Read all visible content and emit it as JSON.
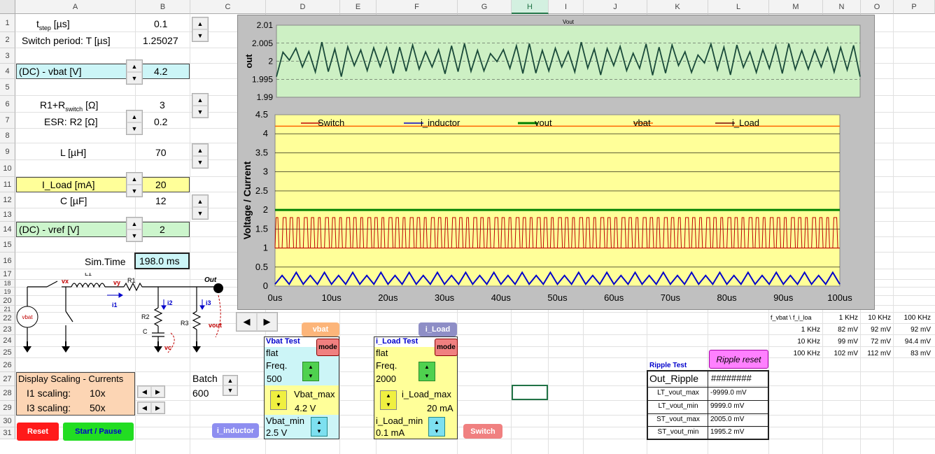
{
  "columns": [
    "A",
    "B",
    "C",
    "D",
    "E",
    "F",
    "G",
    "H",
    "I",
    "J",
    "K",
    "L",
    "M",
    "N",
    "O",
    "P"
  ],
  "rows": [
    "1",
    "2",
    "3",
    "4",
    "5",
    "6",
    "7",
    "8",
    "9",
    "10",
    "11",
    "12",
    "13",
    "14",
    "15",
    "16",
    "17",
    "18",
    "19",
    "20",
    "21",
    "22",
    "23",
    "24",
    "25",
    "26",
    "27",
    "28",
    "29",
    "30",
    "31"
  ],
  "params": {
    "tstep_label": "t",
    "tstep_sub": "step",
    "tstep_unit": "[µs]",
    "tstep_value": "0.1",
    "period_label": "Switch period:  T [µs]",
    "period_value": "1.25027",
    "vbat_label": "(DC)  -  vbat [V]",
    "vbat_value": "4.2",
    "r1_label": "R1+R",
    "r1_sub": "switch",
    "r1_unit": "[Ω]",
    "r1_value": "3",
    "esr_label": "ESR:  R2  [Ω]",
    "esr_value": "0.2",
    "l_label": "L [µH]",
    "l_value": "70",
    "iload_label": "I_Load  [mA]",
    "iload_value": "20",
    "c_label": "C [µF]",
    "c_value": "12",
    "vref_label": "(DC)  -  vref [V]",
    "vref_value": "2",
    "simtime_label": "Sim.Time",
    "simtime_value": "198.0 ms"
  },
  "schematic": {
    "vx": "vx",
    "vy": "vy",
    "l1": "L1",
    "r1": "R1",
    "r2": "R2",
    "r3": "R3",
    "c": "C",
    "out": "Out",
    "i1": "i1",
    "i2": "i2",
    "i3": "i3",
    "vc": "vc",
    "vout": "vout",
    "vbat": "vbat"
  },
  "display": {
    "title": "Display Scaling - Currents",
    "i1_label": "I1 scaling:",
    "i1_value": "10x",
    "i3_label": "I3 scaling:",
    "i3_value": "50x"
  },
  "batch": {
    "label": "Batch",
    "value": "600"
  },
  "buttons": {
    "reset": "Reset",
    "start": "Start / Pause",
    "ripple_reset": "Ripple reset",
    "mode": "mode"
  },
  "tags": {
    "vbat": "vbat",
    "iload": "i_Load",
    "inductor": "i_inductor",
    "switch": "Switch"
  },
  "vbat_test": {
    "title": "Vbat Test",
    "mode": "flat",
    "freq_label": "Freq.",
    "freq_value": "500",
    "max_label": "Vbat_max",
    "max_value": "4.2 V",
    "min_label": "Vbat_min",
    "min_value": "2.5 V"
  },
  "iload_test": {
    "title": "i_Load Test",
    "mode": "flat",
    "freq_label": "Freq.",
    "freq_value": "2000",
    "max_label": "i_Load_max",
    "max_value": "20 mA",
    "min_label": "i_Load_min",
    "min_value": "0.1 mA"
  },
  "ripple": {
    "title": "Ripple Test",
    "header_label": "Out_Ripple",
    "header_value": "########",
    "rows": [
      {
        "label": "LT_vout_max",
        "value": "-9999.0 mV"
      },
      {
        "label": "LT_vout_min",
        "value": "9999.0 mV"
      },
      {
        "label": "ST_vout_max",
        "value": "2005.0 mV"
      },
      {
        "label": "ST_vout_min",
        "value": "1995.2 mV"
      }
    ]
  },
  "matrix": {
    "corner": "f_vbat \\ f_i_loa",
    "cols": [
      "1 KHz",
      "10 KHz",
      "100 KHz"
    ],
    "rows": [
      {
        "label": "1 KHz",
        "vals": [
          "82 mV",
          "92 mV",
          "92 mV"
        ]
      },
      {
        "label": "10 KHz",
        "vals": [
          "99 mV",
          "72 mV",
          "94.4 mV"
        ]
      },
      {
        "label": "100 KHz",
        "vals": [
          "102 mV",
          "112 mV",
          "83 mV"
        ]
      }
    ]
  },
  "colors": {
    "cyan": "#ccf5f7",
    "yellow": "#ffff99",
    "green": "#ccf5cc",
    "orange": "#fcd5b4",
    "plot1": "#cdf0c4",
    "plot2": "#ffff99",
    "chartbg": "#c0c0c0"
  },
  "chart_data": [
    {
      "type": "line",
      "title": "Vout",
      "ylabel": "out",
      "ylim": [
        1.99,
        2.01
      ],
      "yticks": [
        "2.01",
        "2.005",
        "2",
        "1.995",
        "1.99"
      ],
      "series": [
        {
          "name": "Vout",
          "color": "#1a4a3a",
          "values": [
            1.9965,
            2.0025,
            1.9995,
            2.004,
            1.998,
            2.0035,
            1.997,
            2.0045,
            1.9975,
            2.003,
            1.9965,
            2.004,
            1.998,
            2.0035,
            1.997,
            2.0045,
            1.9985,
            2.003,
            1.997,
            2.0035,
            1.998,
            2.0045,
            1.997,
            2.003,
            1.998,
            2.004,
            1.9965,
            2.0035,
            1.9975,
            2.0045,
            1.998,
            2.003
          ]
        }
      ]
    },
    {
      "type": "line",
      "xlabel": "",
      "ylabel": "Voltage / Current",
      "ylim": [
        0,
        4.5
      ],
      "yticks": [
        "4.5",
        "4",
        "3.5",
        "3",
        "2.5",
        "2",
        "1.5",
        "1",
        "0.5",
        "0"
      ],
      "xticks": [
        "0us",
        "10us",
        "20us",
        "30us",
        "40us",
        "50us",
        "60us",
        "70us",
        "80us",
        "90us",
        "100us"
      ],
      "series": [
        {
          "name": "Switch",
          "color": "#c00000"
        },
        {
          "name": "i_inductor",
          "color": "#0000cc"
        },
        {
          "name": "vout",
          "color": "#008000"
        },
        {
          "name": "vbat",
          "color": "#ff6600"
        },
        {
          "name": "i_Load",
          "color": "#7a0000"
        }
      ],
      "levels": {
        "vbat": 4.2,
        "vout": 2.0,
        "switch_high": 1.8,
        "switch_low": 1.0,
        "i_inductor_low": 0.05,
        "i_inductor_high": 0.4
      }
    }
  ]
}
